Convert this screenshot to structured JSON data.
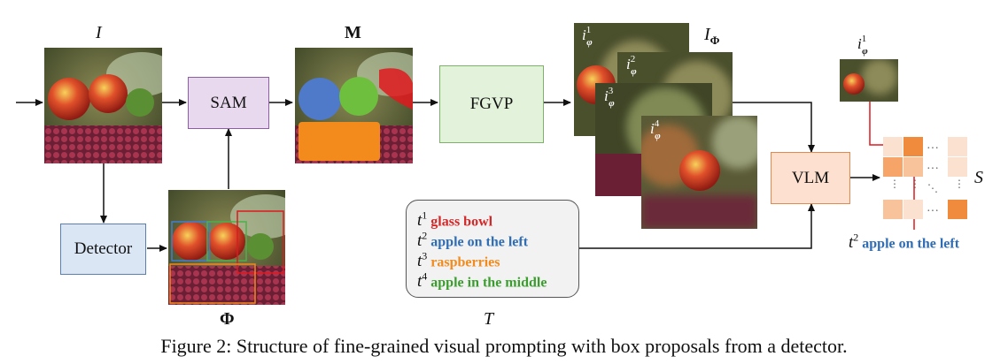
{
  "labels": {
    "image_I": "I",
    "mask_M": "M",
    "boxes_Phi": "Φ",
    "crops_I_Phi": "I",
    "crops_I_Phi_sub": "Φ",
    "text_T": "T",
    "score_S": "S",
    "crop_single": "i",
    "crop_single_sub": "φ",
    "crop_single_sup": "1"
  },
  "crop_labels": [
    {
      "sup": "1",
      "sub": "φ",
      "base": "i"
    },
    {
      "sup": "2",
      "sub": "φ",
      "base": "i"
    },
    {
      "sup": "3",
      "sub": "φ",
      "base": "i"
    },
    {
      "sup": "4",
      "sub": "φ",
      "base": "i"
    }
  ],
  "boxes": {
    "sam": "SAM",
    "fgvp": "FGVP",
    "detector": "Detector",
    "vlm": "VLM"
  },
  "prompts": [
    {
      "t": "t",
      "sup": "1",
      "text": "glass bowl",
      "color": "#d62728"
    },
    {
      "t": "t",
      "sup": "2",
      "text": "apple on the left",
      "color": "#2f6db5"
    },
    {
      "t": "t",
      "sup": "3",
      "text": "raspberries",
      "color": "#f28a1c"
    },
    {
      "t": "t",
      "sup": "4",
      "text": "apple in the middle",
      "color": "#3c9d2f"
    }
  ],
  "selected_prompt": {
    "t": "t",
    "sup": "2",
    "text": "apple on the left",
    "color": "#2f6db5"
  },
  "caption": "Figure 2: Structure of fine-grained visual prompting with box proposals from a detector.",
  "colors": {
    "sam_fill": "#e8d9ee",
    "sam_border": "#8e5ea2",
    "fgvp_fill": "#e3f2da",
    "fgvp_border": "#7fb069",
    "detector_fill": "#dbe6f5",
    "detector_border": "#5b7fb5",
    "vlm_fill": "#fde0cf",
    "vlm_border": "#e08a52",
    "prompt_fill": "#f2f2f2",
    "prompt_border": "#555555"
  }
}
